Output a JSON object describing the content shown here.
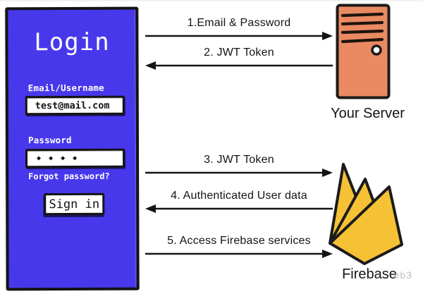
{
  "login": {
    "title": "Login",
    "email_label": "Email/Username",
    "email_value": "test@mail.com",
    "password_label": "Password",
    "password_mask": "◆◆◆◆",
    "forgot_link": "Forgot password?",
    "submit_label": "Sign in"
  },
  "flows": [
    {
      "step": "1.Email & Password",
      "direction": "right"
    },
    {
      "step": "2. JWT Token",
      "direction": "left"
    },
    {
      "step": "3. JWT Token",
      "direction": "right"
    },
    {
      "step": "4. Authenticated User data",
      "direction": "left"
    },
    {
      "step": "5. Access Firebase services",
      "direction": "right"
    }
  ],
  "server": {
    "label": "Your Server"
  },
  "firebase": {
    "label": "Firebase",
    "watermark": "eb3"
  },
  "colors": {
    "panel_blue": "#4838EC",
    "server_orange": "#EA8A62",
    "flame_yellow": "#F6C235",
    "ink": "#161616"
  }
}
